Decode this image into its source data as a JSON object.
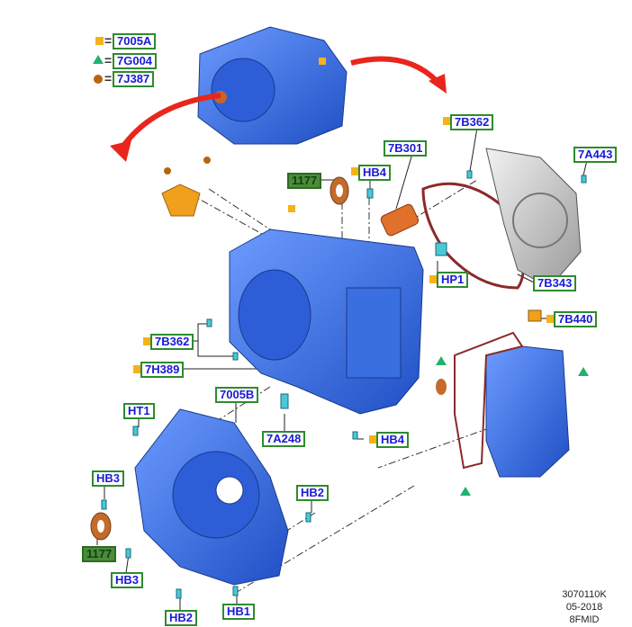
{
  "legend": [
    {
      "symbol": "square",
      "color": "#f6b21a",
      "equals": "=",
      "label": "7005A"
    },
    {
      "symbol": "triangle",
      "color": "#22b26a",
      "equals": "=",
      "label": "7G004"
    },
    {
      "symbol": "circle",
      "color": "#b8650f",
      "equals": "=",
      "label": "7J387"
    }
  ],
  "callouts": {
    "c7b362_top": "7B362",
    "c7a443": "7A443",
    "c7b301": "7B301",
    "chb4_top": "HB4",
    "c1177_top": "1177",
    "chp1": "HP1",
    "c7b343": "7B343",
    "c7b440": "7B440",
    "c7b362_left": "7B362",
    "c7h389": "7H389",
    "c7005b": "7005B",
    "cht1": "HT1",
    "c7a248": "7A248",
    "chb4_low": "HB4",
    "chb3_top": "HB3",
    "chb2_right": "HB2",
    "c1177_low": "1177",
    "chb3_low": "HB3",
    "chb2_bottom": "HB2",
    "chb1": "HB1"
  },
  "footer": {
    "code": "3070110K",
    "date": "05-2018",
    "model": "8FMID"
  },
  "colors": {
    "part_blue": "#3a6fe0",
    "label_border": "#2e8b2e",
    "label_text": "#1a1ad6",
    "arrow": "#e8261c"
  }
}
